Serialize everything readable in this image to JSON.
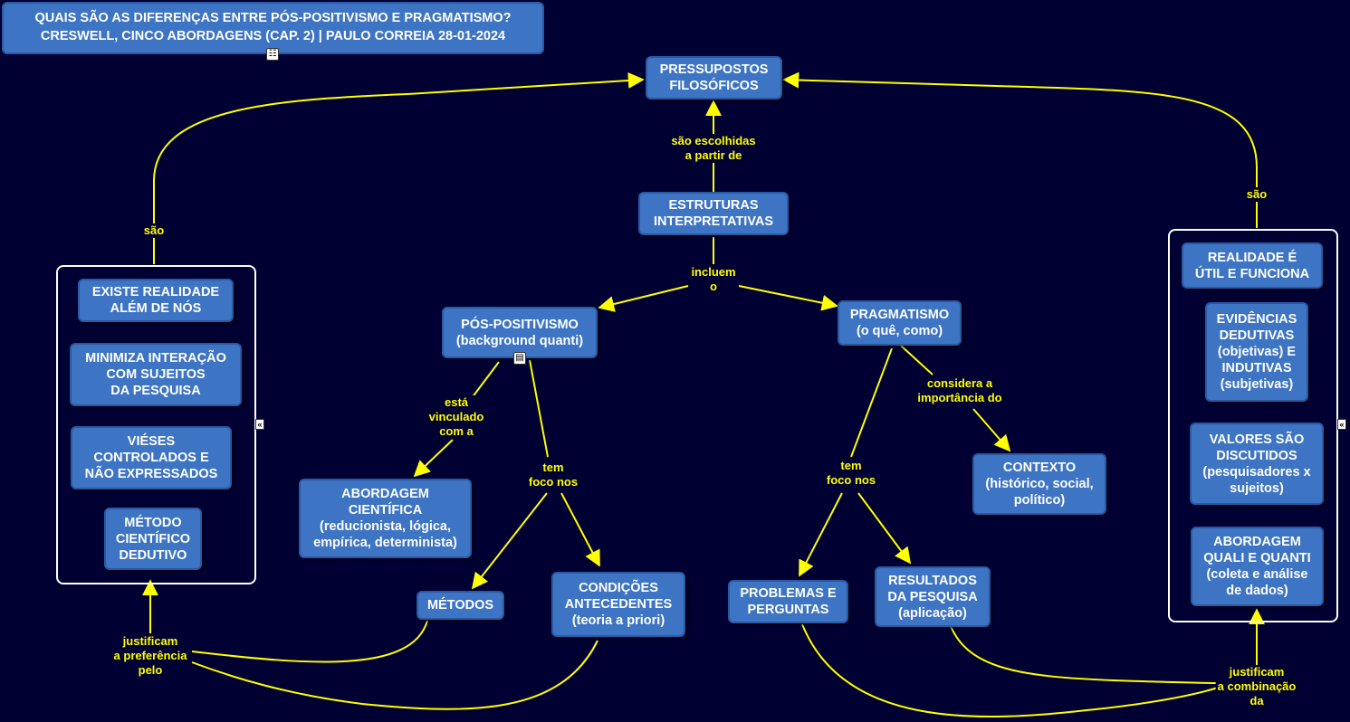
{
  "title": {
    "line1": "QUAIS SÃO AS DIFERENÇAS ENTRE PÓS-POSITIVISMO E PRAGMATISMO?",
    "line2": "CRESWELL, CINCO ABORDAGENS (CAP. 2) | PAULO CORREIA 28-01-2024"
  },
  "nodes": {
    "pressupostos": "PRESSUPOSTOS\nFILOSÓFICOS",
    "estruturas": "ESTRUTURAS\nINTERPRETATIVAS",
    "pospositivismo": "PÓS-POSITIVISMO\n(background quanti)",
    "pragmatismo": "PRAGMATISMO\n(o quê, como)",
    "abordagem_cientifica": "ABORDAGEM\nCIENTÍFICA\n(reducionista, lógica,\nempírica, determinista)",
    "metodos": "MÉTODOS",
    "condicoes": "CONDIÇÕES\nANTECEDENTES\n(teoria a priori)",
    "problemas": "PROBLEMAS E\nPERGUNTAS",
    "resultados": "RESULTADOS\nDA PESQUISA\n(aplicação)",
    "contexto": "CONTEXTO\n(histórico, social,\npolítico)",
    "existe_realidade": "EXISTE REALIDADE\nALÉM DE NÓS",
    "minimiza": "MINIMIZA INTERAÇÃO\nCOM SUJEITOS\nDA PESQUISA",
    "vieses": "VIÉSES\nCONTROLADOS E\nNÃO EXPRESSADOS",
    "metodo_cientifico": "MÉTODO\nCIENTÍFICO\nDEDUTIVO",
    "realidade_util": "REALIDADE É\nÚTIL E FUNCIONA",
    "evidencias": "EVIDÊNCIAS\nDEDUTIVAS\n(objetivas) E\nINDUTIVAS\n(subjetivas)",
    "valores": "VALORES SÃO\nDISCUTIDOS\n(pesquisadores x\nsujeitos)",
    "abordagem_quali": "ABORDAGEM\nQUALI E QUANTI\n(coleta e análise\nde dados)"
  },
  "labels": {
    "escolhidas": "são escolhidas\na partir de",
    "incluem": "incluem\no",
    "sao_left": "são",
    "sao_right": "são",
    "vinculado": "está\nvinculado\ncom a",
    "foco_left": "tem\nfoco nos",
    "foco_right": "tem\nfoco nos",
    "considera": "considera a\nimportância do",
    "justificam_left": "justificam\na preferência\npelo",
    "justificam_right": "justificam\na combinação\nda"
  },
  "icons": {
    "title_icon": "sitemap-icon",
    "image_icon": "image-icon",
    "collapse_left": "collapse-arrow-icon",
    "collapse_right": "collapse-arrow-icon"
  },
  "colors": {
    "background": "#000033",
    "node_fill": "#3d74c4",
    "link": "#ffff00",
    "label": "#ffff00",
    "group_border": "#ffffff"
  }
}
